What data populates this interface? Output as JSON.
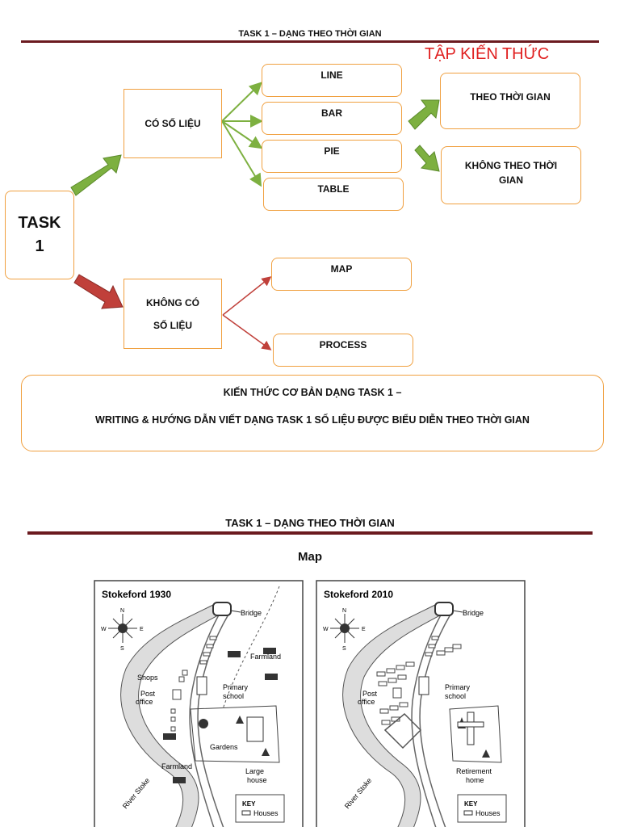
{
  "page1": {
    "header": "TASK 1 – DẠNG THEO THỜI GIAN",
    "corner_title": "TẬP KIẾN THỨC",
    "task_box": [
      "TASK",
      "1"
    ],
    "with_data": "CÓ SỐ LIỆU",
    "without_data": [
      "KHÔNG CÓ",
      "SỐ LIỆU"
    ],
    "data_types": [
      "LINE",
      "BAR",
      "PIE",
      "TABLE"
    ],
    "nodata_types": [
      "MAP",
      "PROCESS"
    ],
    "time_boxes": {
      "over_time": "THEO THỜI GIAN",
      "not_over_time": [
        "KHÔNG THEO THỜI",
        "GIAN"
      ]
    },
    "footer_box": {
      "line1": "KIẾN THỨC CƠ BẢN DẠNG TASK 1 –",
      "line2": "WRITING & HƯỚNG DẪN VIẾT DẠNG TASK 1 SỐ LIỆU ĐƯỢC BIỂU DIỄN THEO THỜI GIAN"
    }
  },
  "page2": {
    "header": "TASK 1 – DẠNG THEO THỜI GIAN",
    "section_title": "Map",
    "map1": {
      "title": "Stokeford 1930",
      "labels": [
        "Bridge",
        "Farmland",
        "Shops",
        "Post",
        "office",
        "Primary",
        "school",
        "Gardens",
        "Farmland",
        "Large",
        "house",
        "River Stoke"
      ],
      "key": [
        "KEY",
        "Houses"
      ]
    },
    "map2": {
      "title": "Stokeford 2010",
      "labels": [
        "Bridge",
        "Primary",
        "school",
        "Post",
        "office",
        "Retirement",
        "home",
        "River Stoke"
      ],
      "key": [
        "KEY",
        "Houses"
      ]
    },
    "compass": [
      "N",
      "S",
      "W",
      "E"
    ]
  },
  "colors": {
    "accent_orange": "#f0a040",
    "rule_maroon": "#6b1a1f",
    "green_arrow": "#7db040",
    "red_arrow": "#c0403a",
    "red_title": "#e02020"
  }
}
